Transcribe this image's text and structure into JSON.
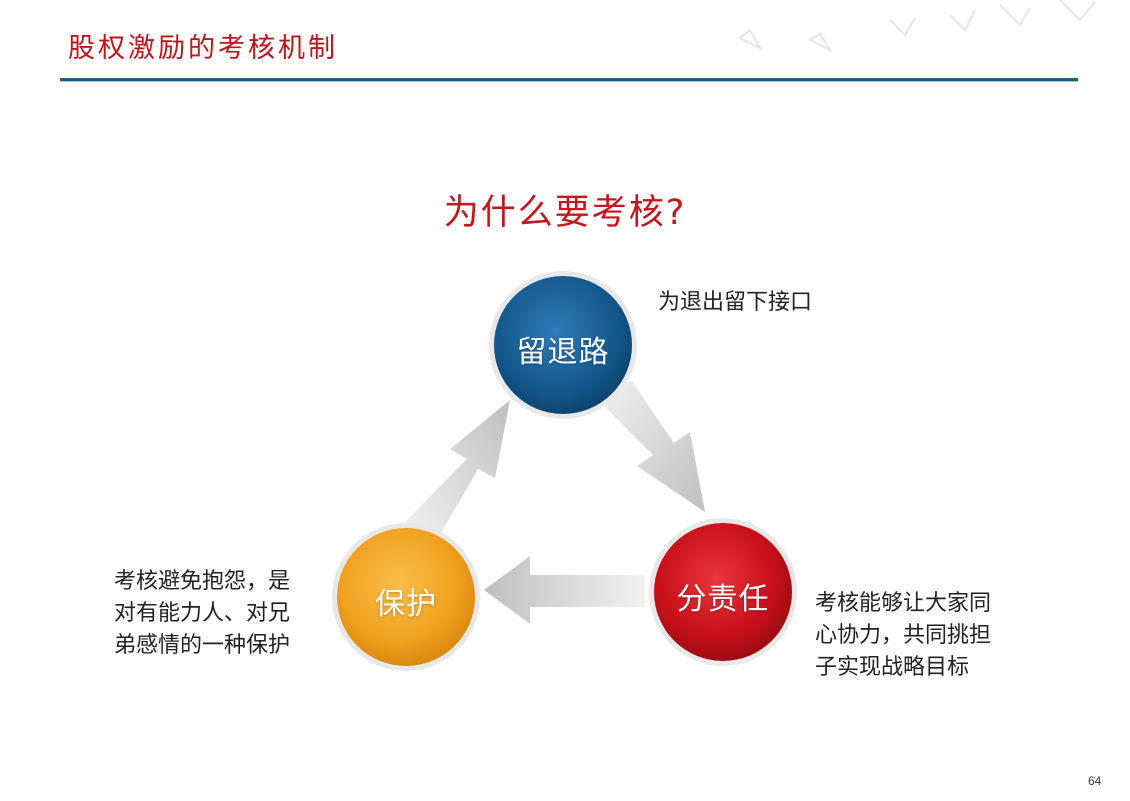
{
  "header": {
    "title": "股权激励的考核机制"
  },
  "question": "为什么要考核?",
  "colors": {
    "title_red": "#c0141a",
    "rule_blue": "#1d5f86",
    "node_blue": "#155a8e",
    "node_red": "#c8101b",
    "node_orange": "#f0a11e",
    "arrow_gray": "#d3d3d3"
  },
  "cycle": {
    "nodes": [
      {
        "id": "top",
        "label": "留退路",
        "note": [
          "为退出留下接口"
        ]
      },
      {
        "id": "right",
        "label": "分责任",
        "note": [
          "考核能够让大家同",
          "心协力，共同挑担",
          "子实现战略目标"
        ]
      },
      {
        "id": "left",
        "label": "保护",
        "note": [
          "考核避免抱怨，是",
          "对有能力人、对兄",
          "弟感情的一种保护"
        ]
      }
    ],
    "arrows": [
      {
        "from": "top",
        "to": "right"
      },
      {
        "from": "right",
        "to": "left"
      },
      {
        "from": "left",
        "to": "top"
      }
    ]
  },
  "page_number": "64"
}
